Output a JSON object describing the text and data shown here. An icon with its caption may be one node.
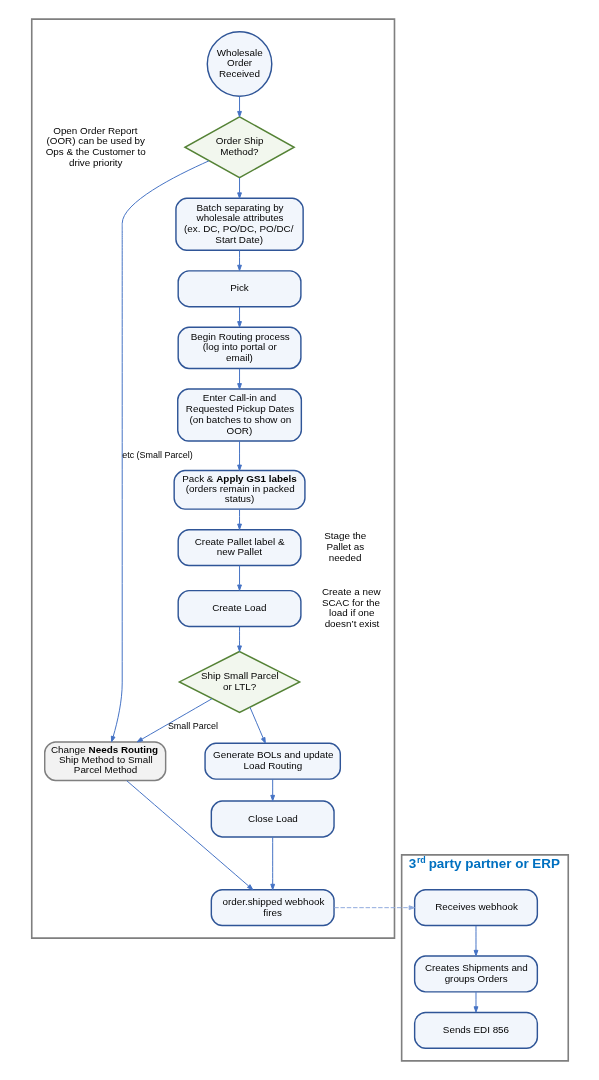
{
  "diagram": {
    "nodes": [
      {
        "text": [],
        "shape": "band"
      },
      {
        "text": [
          "Wholesale Order Received"
        ],
        "in": 0
      },
      {
        "text": [
          "Order Ship Method?"
        ],
        "in": 0
      },
      {
        "text": [
          "Batch separating by wholesale attributes (ex. DC, PO/DC, PO/DC/ Start Date)"
        ],
        "in": 0
      },
      {
        "text": [
          "Pick"
        ],
        "in": 0
      },
      {
        "text": [
          "Begin Routing process (log into portal or email)"
        ],
        "in": 0
      },
      {
        "text": [
          "Enter Call-in and Requested Pickup Dates (on batches to show on OOR)"
        ],
        "in": 0
      },
      {
        "text": [
          "Pack & **Apply GS1 labels** (orders remain in packed status)"
        ],
        "in": 0
      },
      {
        "text": [
          "Create Pallet label & new Pallet"
        ],
        "beside": [
          "Stage the Pallet as needed"
        ],
        "in": 0
      },
      {
        "text": [
          "Create Load"
        ],
        "beside": [
          "Create a new SCAC for the load if one doesn’t exist"
        ],
        "in": 0
      },
      {
        "text": [
          "Ship Small Parcel or LTL?"
        ],
        "in": 0
      },
      {
        "text": [
          "Generate BOLs and update Load Routing"
        ],
        "in": 0
      },
      {
        "text": [
          "Close Load"
        ],
        "in": 0
      },
      {
        "text": [
          "order.shipped webhook fires"
        ],
        "in": 0
      },
      {
        "text": [
          "Change **Needs Routing** Ship Method to Small Parcel Method"
        ],
        "in": 0
      },
      {
        "text": [
          "3$^{rd}$ party partner or ERP"
        ]
      },
      {
        "text": [
          "Receives webhook"
        ],
        "in": 15
      },
      {
        "text": [
          "Creates Shipments and groups Orders"
        ],
        "in": 15
      },
      {
        "text": [
          "Sends EDI 856"
        ],
        "in": 15
      }
    ],
    "edges": [
      {
        "from": 1,
        "to": 2,
        "arrow": "to"
      },
      {
        "from": 2,
        "to": 3,
        "arrow": "to"
      },
      {
        "from": 3,
        "to": 4,
        "arrow": "to"
      },
      {
        "from": 4,
        "to": 5,
        "arrow": "to"
      },
      {
        "from": 5,
        "to": 6,
        "arrow": "to"
      },
      {
        "from": 6,
        "to": 7,
        "arrow": "to"
      },
      {
        "from": 7,
        "to": 8,
        "arrow": "to"
      },
      {
        "from": 8,
        "to": 9,
        "arrow": "to"
      },
      {
        "from": 9,
        "to": 10,
        "arrow": "to"
      },
      {
        "from": 10,
        "to": 11,
        "arrow": "to"
      },
      {
        "from": 11,
        "to": 12,
        "arrow": "to"
      },
      {
        "from": 12,
        "to": 13,
        "arrow": "to"
      },
      {
        "from": 2,
        "to": 14,
        "arrow": "to",
        "label": "etc (Small Parcel)"
      },
      {
        "from": 10,
        "to": 14,
        "arrow": "to",
        "label": "Small Parcel"
      },
      {
        "from": 14,
        "to": 13,
        "arrow": "to"
      },
      {
        "from": 13,
        "to": 16,
        "arrow": "to",
        "style": "dashed",
        "color": "#8faadc"
      },
      {
        "from": 16,
        "to": 17,
        "arrow": "to"
      },
      {
        "from": 17,
        "to": 18,
        "arrow": "to"
      }
    ],
    "labels": [
      "Open Order Report (OOR) can be used by Ops & the Customer to drive priority"
    ]
  }
}
